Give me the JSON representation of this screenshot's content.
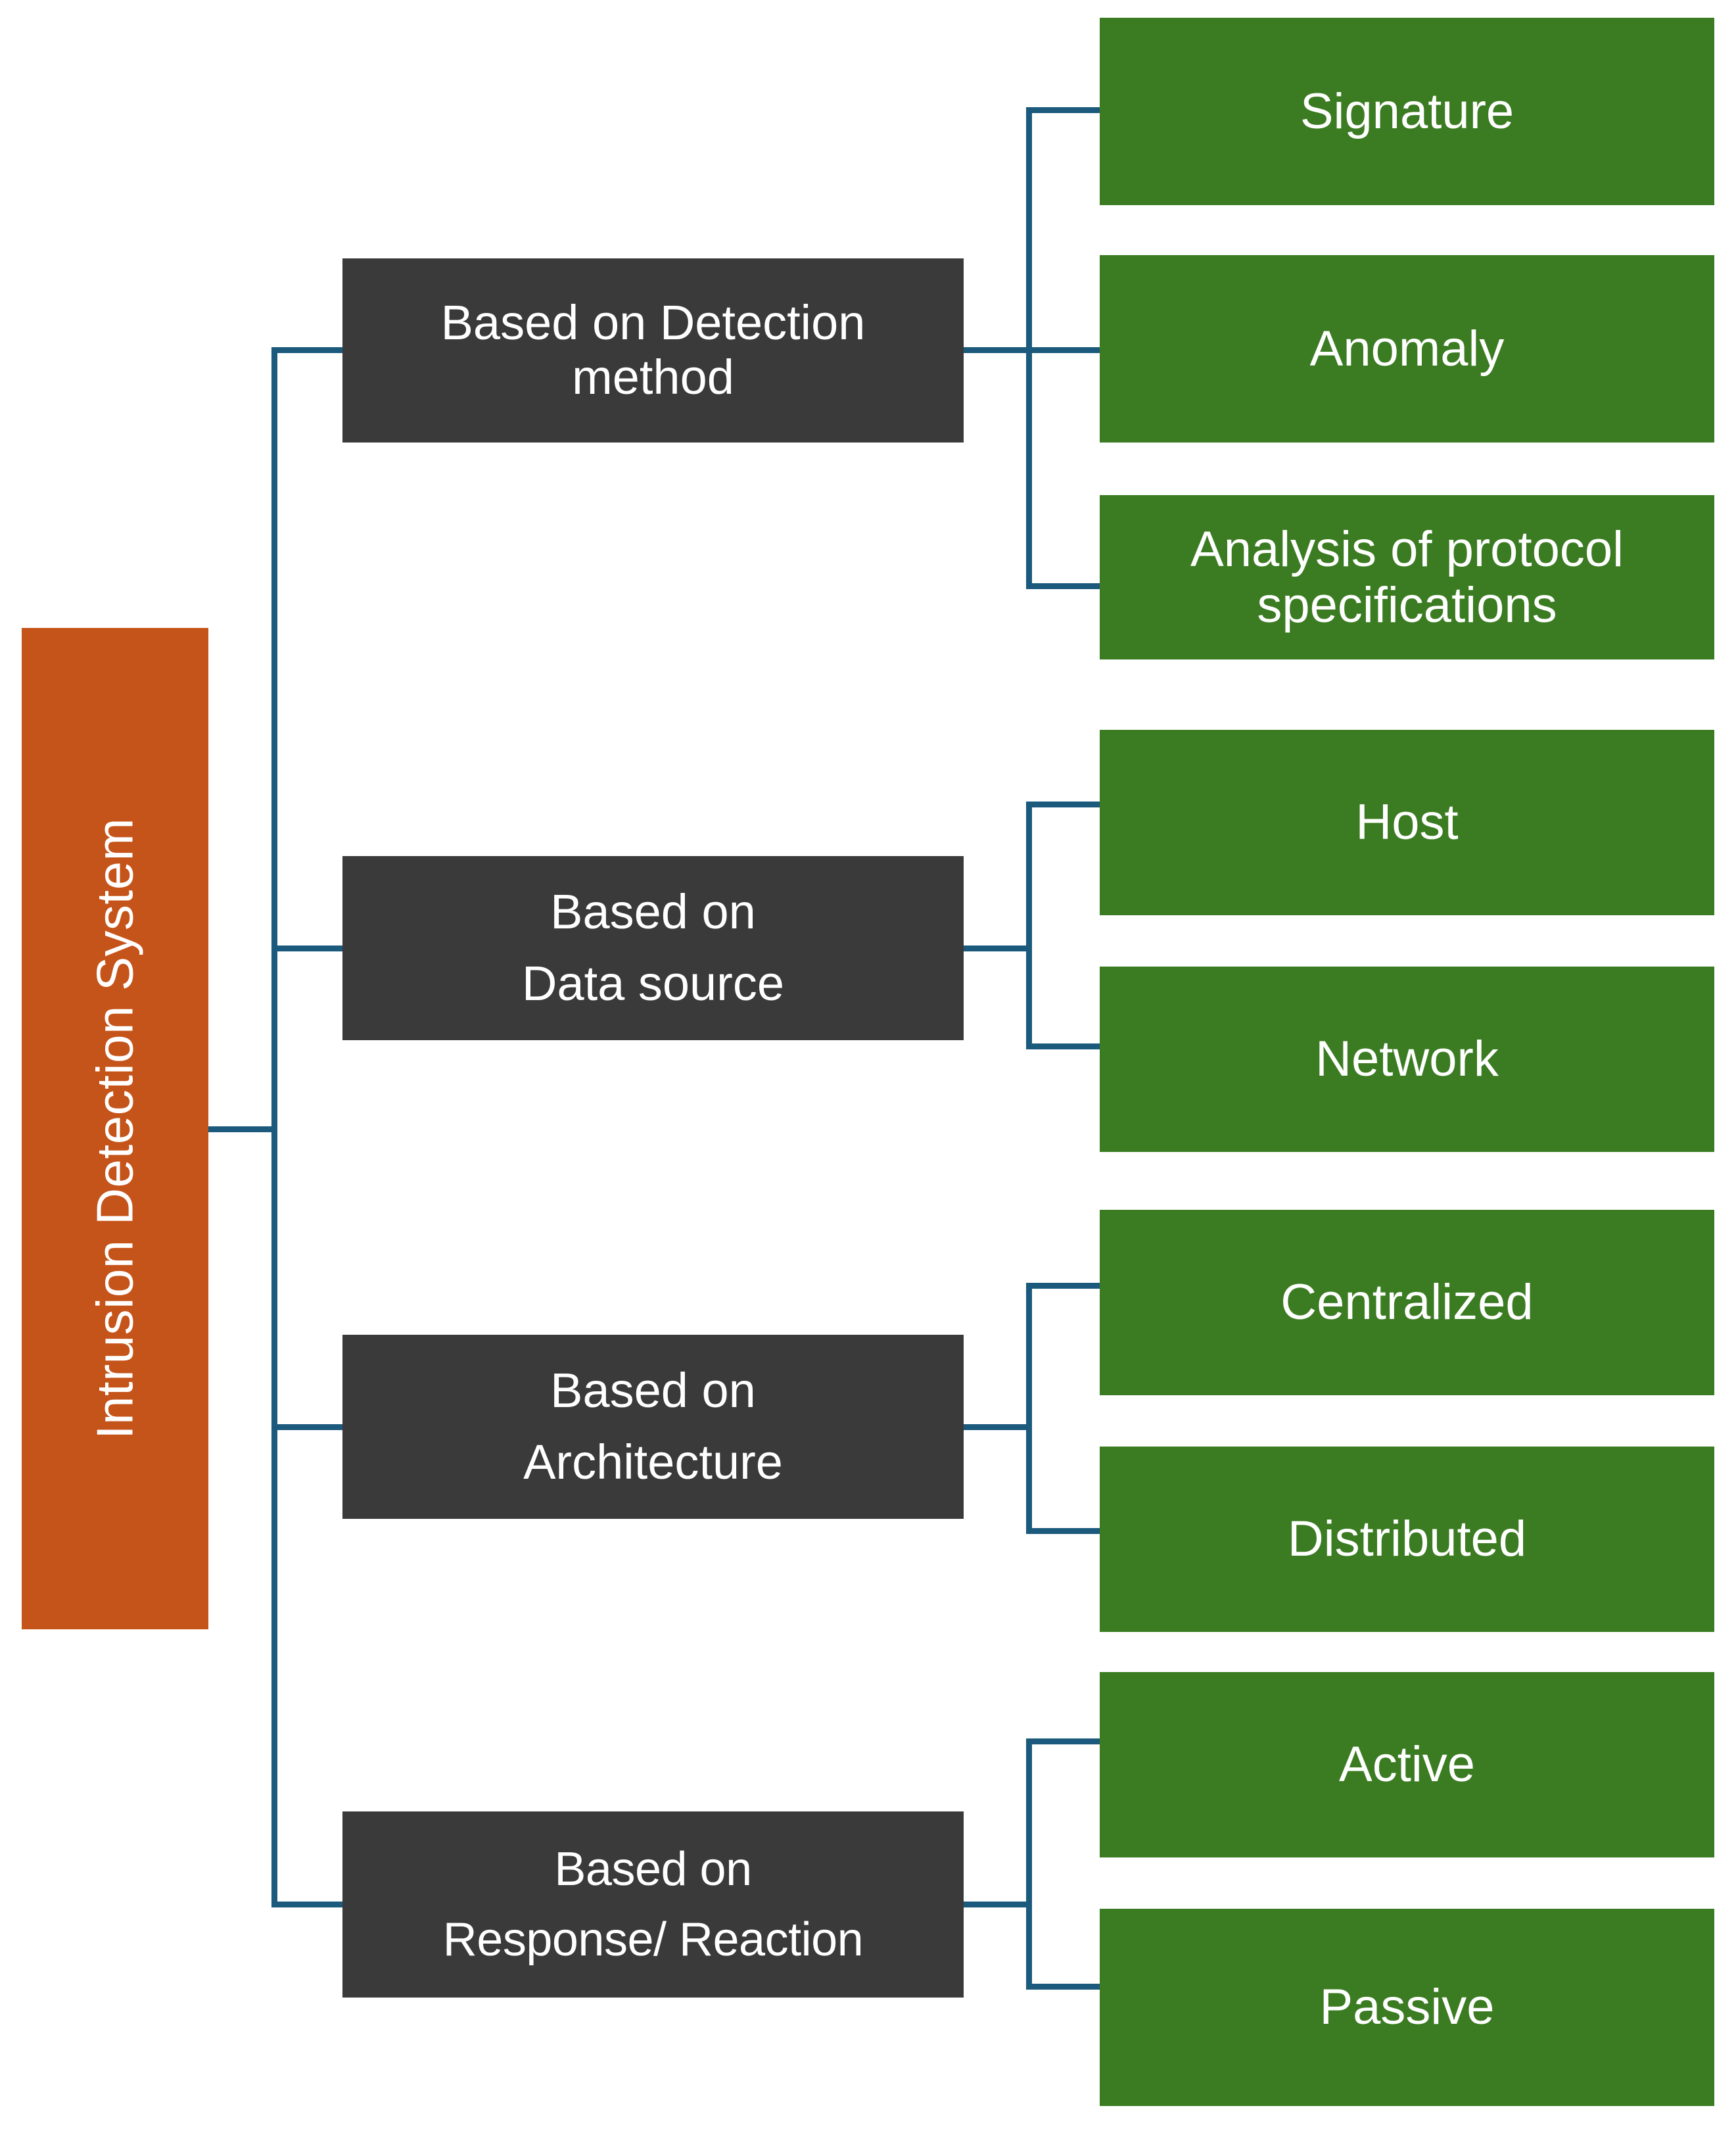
{
  "diagram": {
    "type": "tree",
    "title": "Intrusion Detection System classification",
    "orientation": "left-to-right",
    "colors": {
      "root_fill": "#C5541A",
      "category_fill": "#3A3A3A",
      "leaf_fill": "#3B7C22",
      "connector": "#1B5A7D",
      "text": "#FFFFFF",
      "background": "#FFFFFF"
    },
    "root": {
      "label": "Intrusion Detection System",
      "orientation": "vertical-text"
    },
    "categories": [
      {
        "id": "detection-method",
        "line_1": "Based on Detection",
        "line_2": "method",
        "full_label": "Based on Detection method",
        "children": [
          {
            "id": "signature",
            "label": "Signature"
          },
          {
            "id": "anomaly",
            "label": "Anomaly"
          },
          {
            "id": "protocol-analysis",
            "line_1": "Analysis of protocol",
            "line_2": "specifications",
            "label": "Analysis of protocol specifications"
          }
        ]
      },
      {
        "id": "data-source",
        "line_1": "Based on",
        "line_2": "Data source",
        "full_label": "Based on Data source",
        "children": [
          {
            "id": "host",
            "label": "Host"
          },
          {
            "id": "network",
            "label": "Network"
          }
        ]
      },
      {
        "id": "architecture",
        "line_1": "Based on",
        "line_2": "Architecture",
        "full_label": "Based on Architecture",
        "children": [
          {
            "id": "centralized",
            "label": "Centralized"
          },
          {
            "id": "distributed",
            "label": "Distributed"
          }
        ]
      },
      {
        "id": "response-reaction",
        "line_1": "Based on",
        "line_2": "Response/ Reaction",
        "full_label": "Based on Response/ Reaction",
        "children": [
          {
            "id": "active",
            "label": "Active"
          },
          {
            "id": "passive",
            "label": "Passive"
          }
        ]
      }
    ]
  }
}
